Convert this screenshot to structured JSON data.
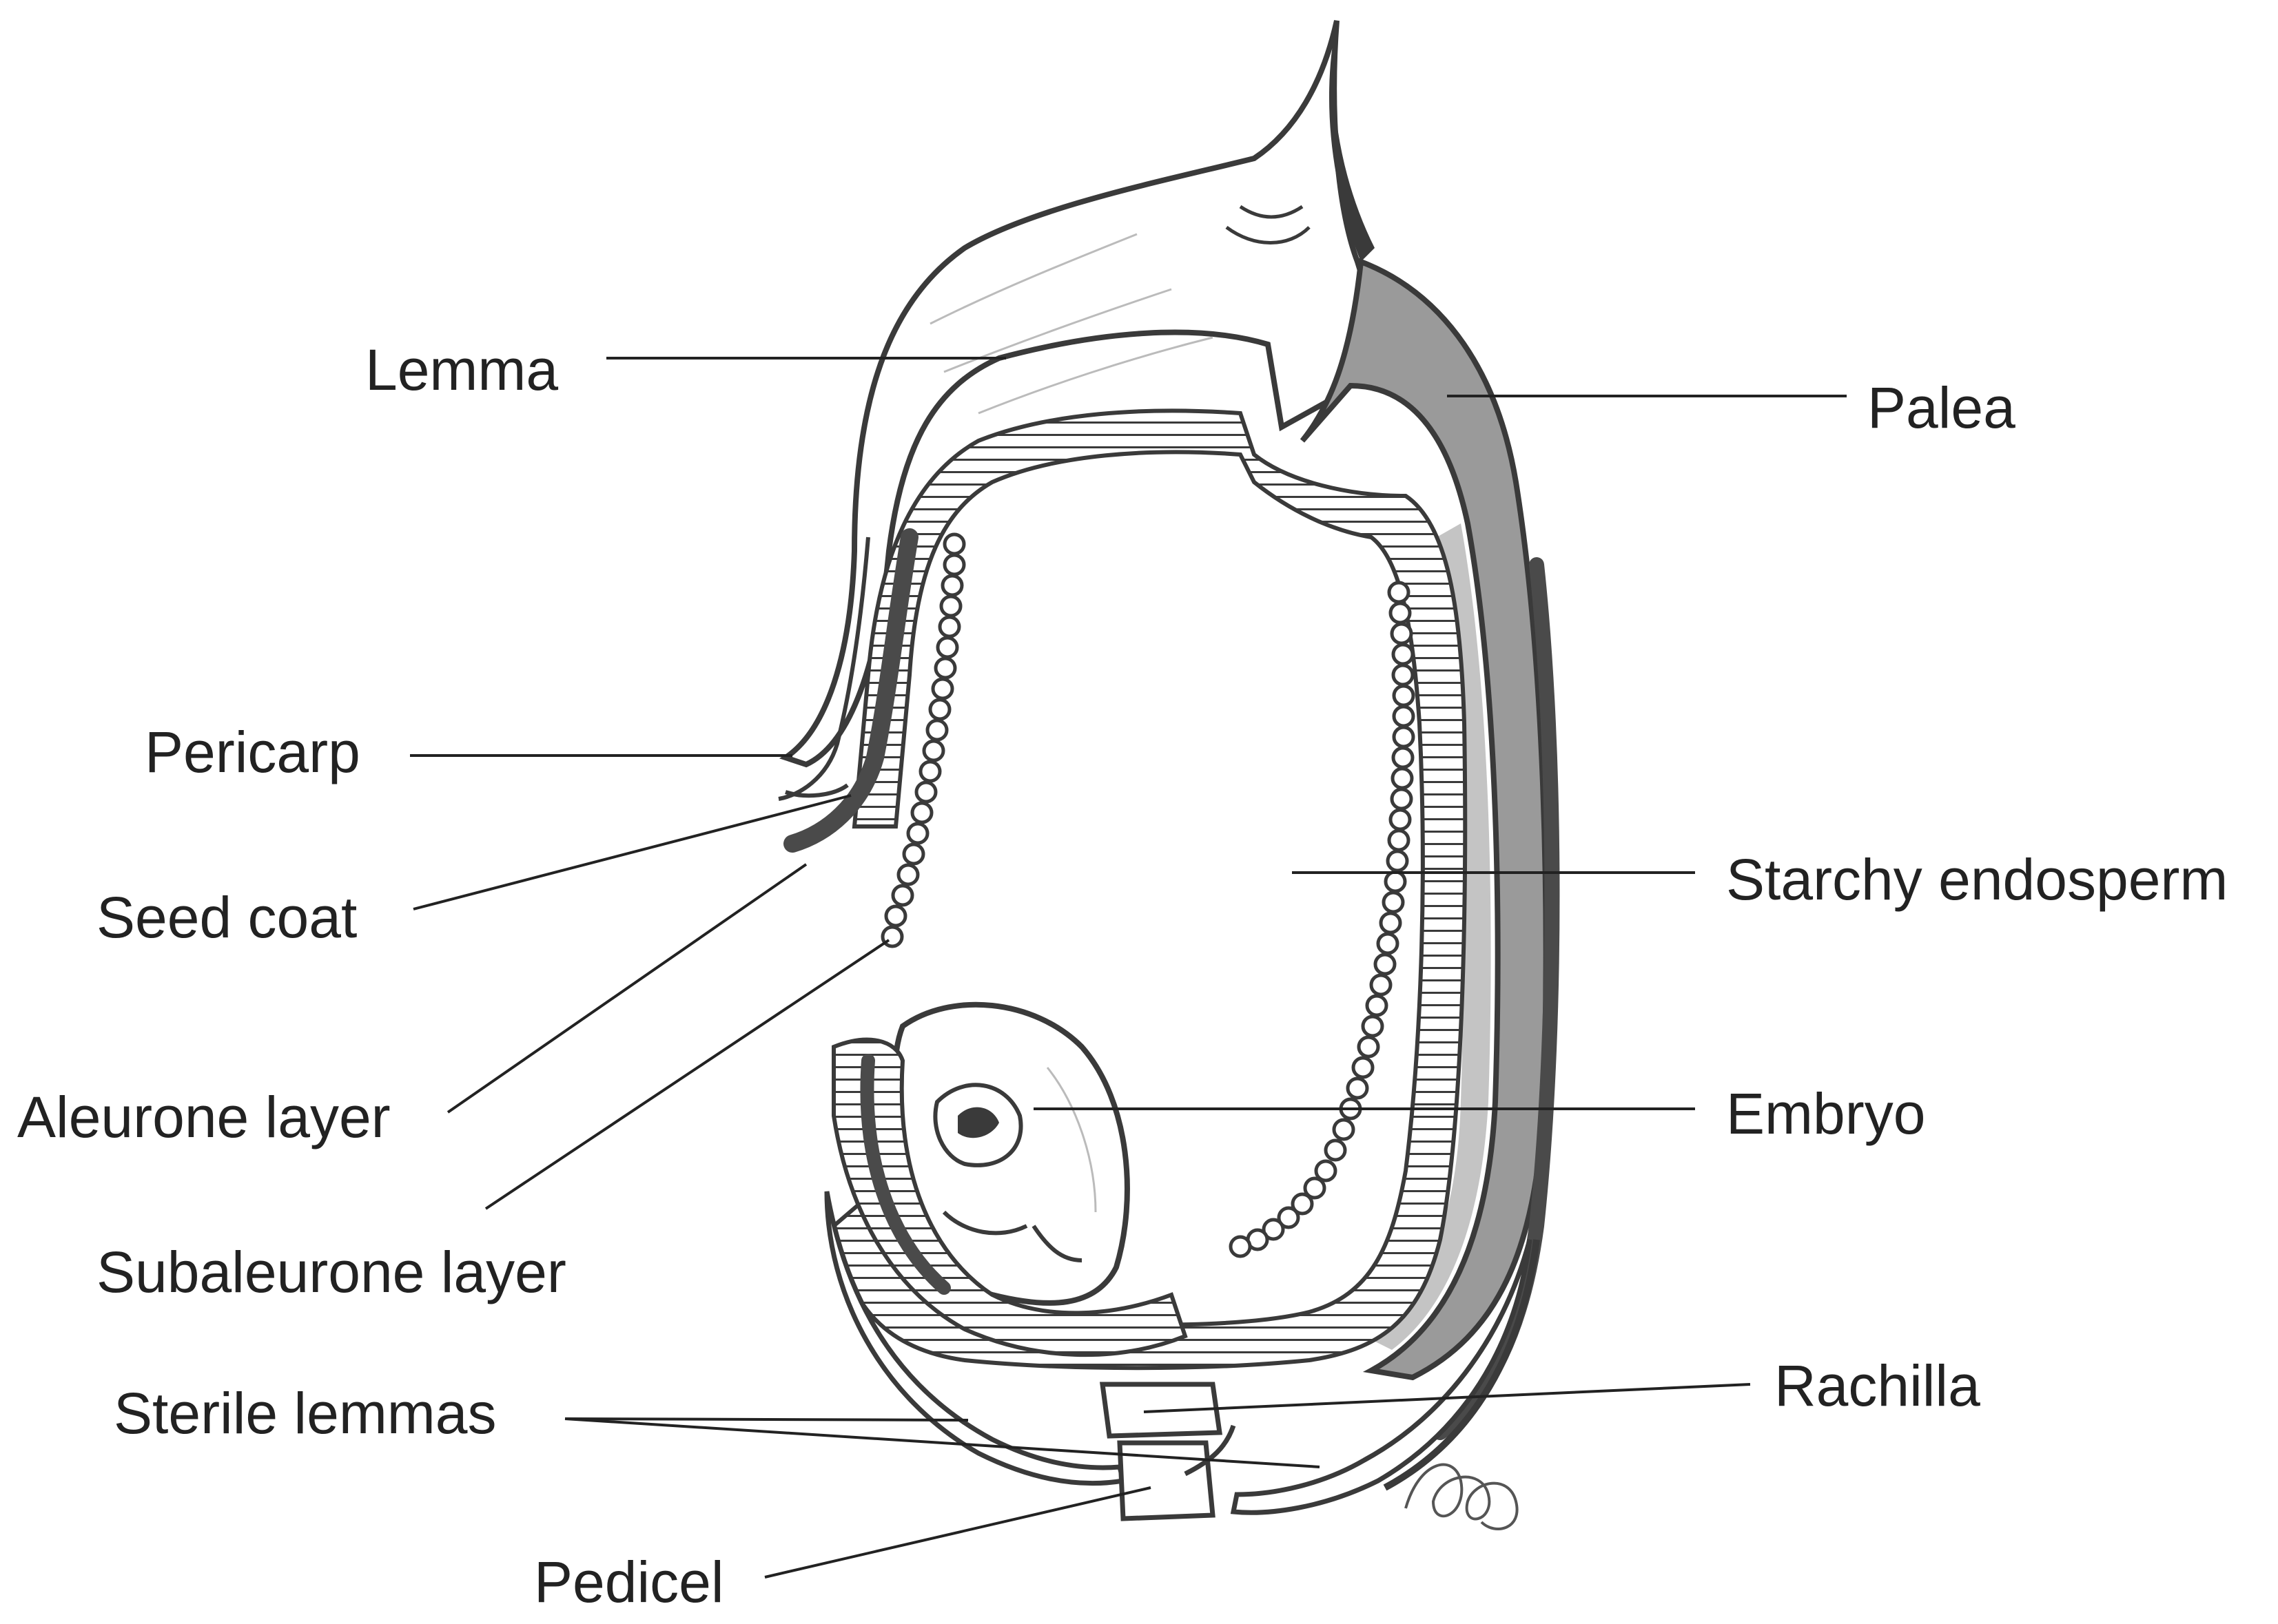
{
  "labels": {
    "lemma": "Lemma",
    "palea": "Palea",
    "pericarp": "Pericarp",
    "seed_coat": "Seed coat",
    "starchy_endosperm": "Starchy endosperm",
    "aleurone_layer": "Aleurone layer",
    "embryo": "Embryo",
    "subaleurone_layer": "Subaleurone layer",
    "sterile_lemmas": "Sterile lemmas",
    "rachilla": "Rachilla",
    "pedicel": "Pedicel"
  },
  "colors": {
    "outline": "#3a3a3a",
    "palea_fill": "#9a9a9a",
    "palea_light": "#c4c4c4",
    "dark_band": "#4a4a4a",
    "label_text": "#222222",
    "leader_line": "#222222"
  }
}
